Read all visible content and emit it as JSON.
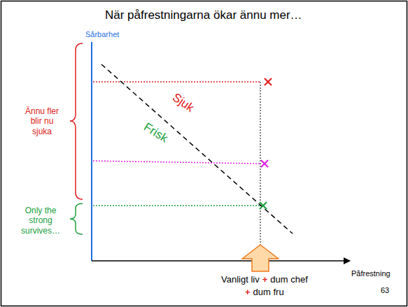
{
  "diagram": {
    "title": "När påfrestningarna ökar ännu mer…",
    "labels": [
      "Sårbarhet",
      "Ännu fler blir nu sjuka",
      "Only the strong survives…",
      "Sjuk",
      "Frisk",
      "Påfrestning",
      "Vanligt liv",
      "+",
      "dum chef",
      "+",
      "dum fru",
      "63"
    ]
  }
}
